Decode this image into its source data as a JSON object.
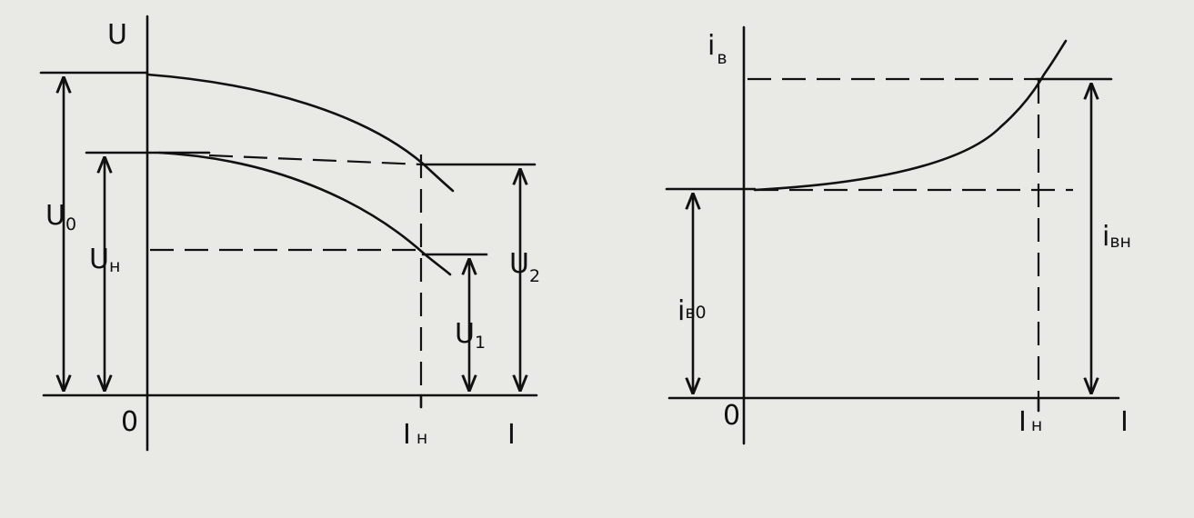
{
  "left_diagram": {
    "y_axis_label": "U",
    "x_axis_label": "I",
    "origin_label": "0",
    "x_tick_label": {
      "main": "I",
      "sub": "н"
    },
    "dims": {
      "u0": {
        "main": "U",
        "sub": "0"
      },
      "un": {
        "main": "U",
        "sub": "н"
      },
      "u1": {
        "main": "U",
        "sub": "1"
      },
      "u2": {
        "main": "U",
        "sub": "2"
      }
    }
  },
  "right_diagram": {
    "y_axis_label": {
      "main": "i",
      "sub": "в"
    },
    "x_axis_label": "I",
    "origin_label": "0",
    "x_tick_label": {
      "main": "I",
      "sub": "н"
    },
    "dims": {
      "ib0": {
        "main": "i",
        "sub": "в0"
      },
      "ibn": {
        "main": "i",
        "sub": "вн"
      }
    }
  },
  "colors": {
    "ink": "#111111",
    "paper": "#e9e9e6"
  }
}
